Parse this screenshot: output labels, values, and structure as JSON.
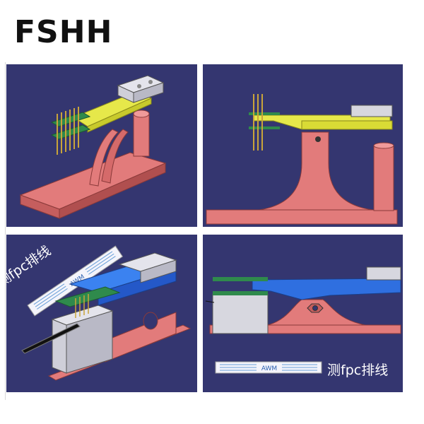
{
  "brand": {
    "title": "FSHH"
  },
  "panels": [
    {
      "view": "isometric"
    },
    {
      "view": "side"
    },
    {
      "view": "isometric-with-cable",
      "caption": "测fpc排线",
      "cable_label": "AWM"
    },
    {
      "view": "side-with-cable",
      "caption": "测fpc排线",
      "cable_label": "AWM"
    }
  ],
  "colors": {
    "panel_bg": "#343670",
    "base_red": "#e27b7b",
    "arm_yellow": "#e6e84a",
    "arm_blue": "#2f6fe0",
    "block_grey": "#d7d7df",
    "pcb_green": "#2f8a4c",
    "pin_gold": "#c9a43a"
  }
}
